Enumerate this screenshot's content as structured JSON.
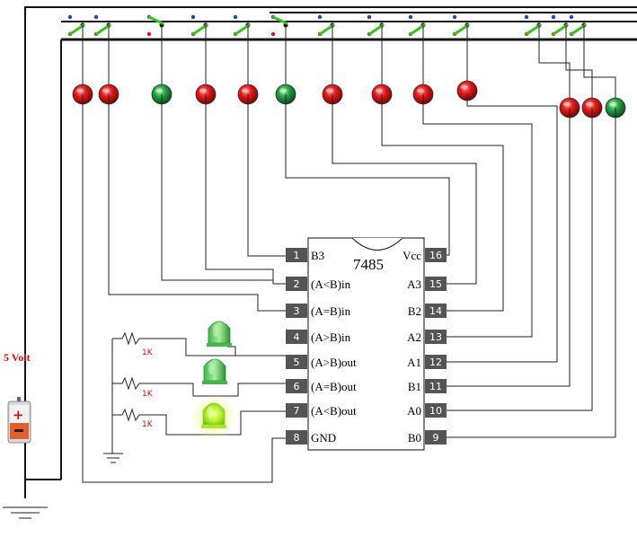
{
  "ic": {
    "name": "7485",
    "pins_left": [
      {
        "num": "1",
        "label": "B3"
      },
      {
        "num": "2",
        "label": "(A<B)in"
      },
      {
        "num": "3",
        "label": "(A=B)in"
      },
      {
        "num": "4",
        "label": "(A>B)in"
      },
      {
        "num": "5",
        "label": "(A>B)out"
      },
      {
        "num": "6",
        "label": "(A=B)out"
      },
      {
        "num": "7",
        "label": "(A<B)out"
      },
      {
        "num": "8",
        "label": "GND"
      }
    ],
    "pins_right": [
      {
        "num": "16",
        "label": "Vcc"
      },
      {
        "num": "15",
        "label": "A3"
      },
      {
        "num": "14",
        "label": "B2"
      },
      {
        "num": "13",
        "label": "A2"
      },
      {
        "num": "12",
        "label": "A1"
      },
      {
        "num": "11",
        "label": "B1"
      },
      {
        "num": "10",
        "label": "A0"
      },
      {
        "num": "9",
        "label": "B0"
      }
    ]
  },
  "supply": {
    "label": "5 Volt"
  },
  "resistors": [
    "1K",
    "1K",
    "1K"
  ],
  "output_leds": [
    {
      "color": "green",
      "lit": false
    },
    {
      "color": "green",
      "lit": false
    },
    {
      "color": "green",
      "lit": true
    }
  ],
  "switches": [
    {
      "state": "high",
      "led": "red"
    },
    {
      "state": "high",
      "led": "red"
    },
    {
      "state": "low",
      "led": "green"
    },
    {
      "state": "high",
      "led": "red"
    },
    {
      "state": "high",
      "led": "red"
    },
    {
      "state": "low",
      "led": "green"
    },
    {
      "state": "high",
      "led": "red"
    },
    {
      "state": "high",
      "led": "red"
    },
    {
      "state": "high",
      "led": "red"
    },
    {
      "state": "high",
      "led": "red"
    },
    {
      "state": "high",
      "led": "red"
    },
    {
      "state": "high",
      "led": "red"
    },
    {
      "state": "high",
      "led": "green"
    }
  ],
  "colors": {
    "wire": "#222222",
    "bus": "#111111",
    "switch_lever": "#39c21e",
    "led_red": "#d81515",
    "led_green": "#1f9a3a",
    "pin_box": "#555555",
    "label_red": "#d01010"
  }
}
